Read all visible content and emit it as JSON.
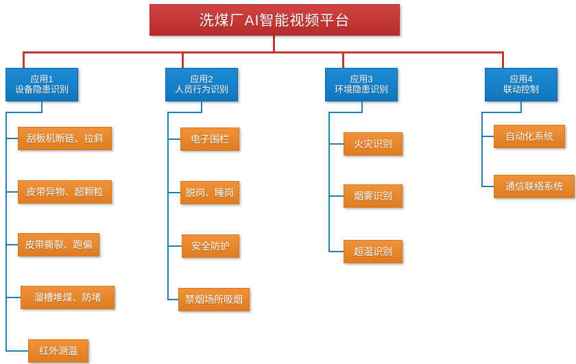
{
  "diagram": {
    "title_node": {
      "label": "洗煤厂AI智能视频平台",
      "color": "#C0392F"
    },
    "branch_color": "#1F7CB5",
    "node_blue": "#1681CA",
    "node_orange": "#E9872C",
    "branches": [
      {
        "id": "app1",
        "line1": "应用1",
        "line2": "设备隐患识别",
        "leaves": [
          "刮板机断链、拉斜",
          "皮带异物、超颗粒",
          "皮带撕裂、跑偏",
          "溜槽堆煤、防堵",
          "红外测温"
        ]
      },
      {
        "id": "app2",
        "line1": "应用2",
        "line2": "人员行为识别",
        "leaves": [
          "电子围栏",
          "脱岗、睡岗",
          "安全防护",
          "禁烟场所吸烟"
        ]
      },
      {
        "id": "app3",
        "line1": "应用3",
        "line2": "环境隐患识别",
        "leaves": [
          "火灾识别",
          "烟雾识别",
          "超温识别"
        ]
      },
      {
        "id": "app4",
        "line1": "应用4",
        "line2": "联动控制",
        "leaves": [
          "自动化系统",
          "通信联络系统"
        ]
      }
    ]
  }
}
